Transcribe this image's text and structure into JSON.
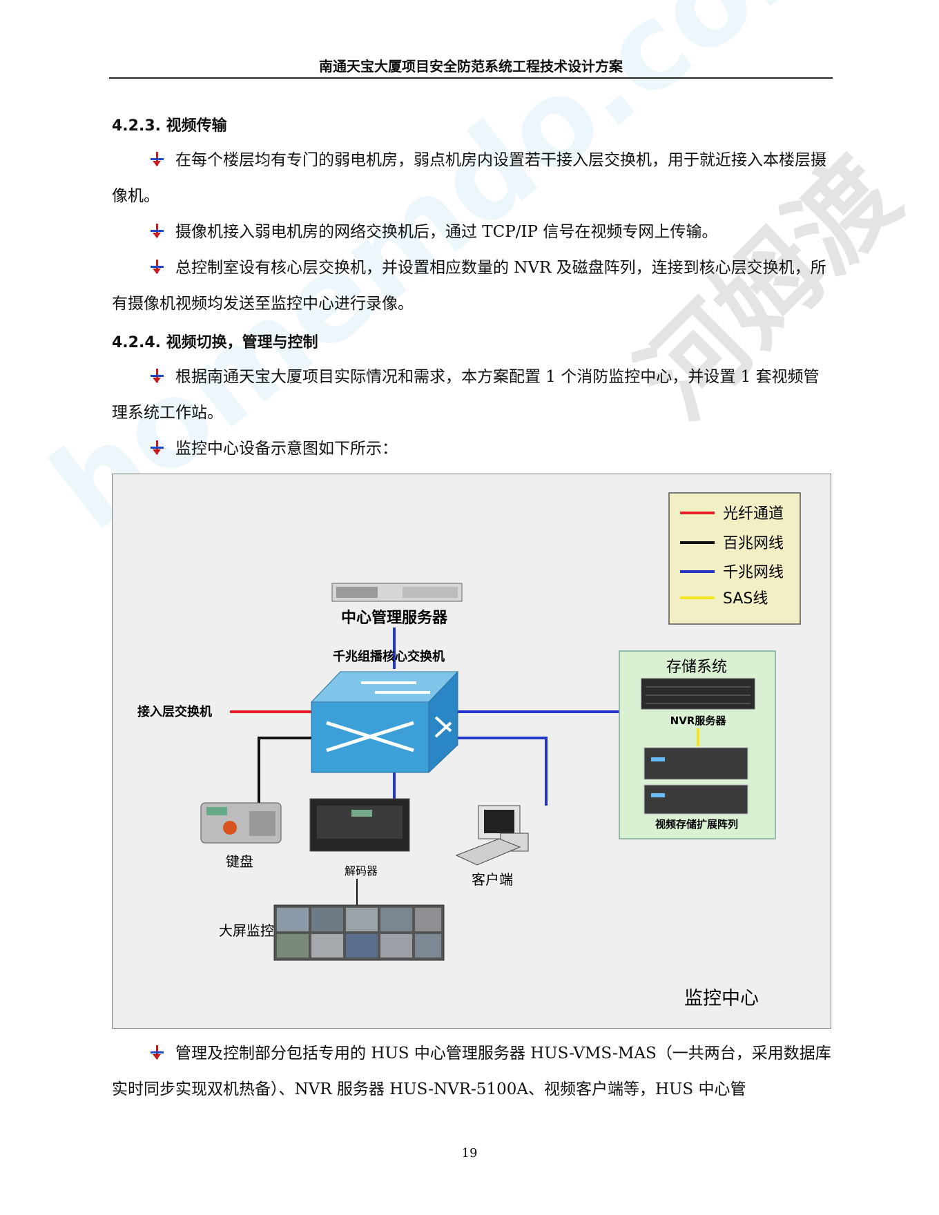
{
  "header": {
    "title": "南通天宝大厦项目安全防范系统工程技术设计方案"
  },
  "section_423": {
    "heading": "4.2.3.  视频传输",
    "items": [
      "在每个楼层均有专门的弱电机房，弱点机房内设置若干接入层交换机，用于就近接入本楼层摄像机。",
      "摄像机接入弱电机房的网络交换机后，通过 TCP/IP 信号在视频专网上传输。",
      "总控制室设有核心层交换机，并设置相应数量的 NVR 及磁盘阵列，连接到核心层交换机，所有摄像机视频均发送至监控中心进行录像。"
    ]
  },
  "section_424": {
    "heading": "4.2.4.  视频切换，管理与控制",
    "items": [
      "根据南通天宝大厦项目实际情况和需求，本方案配置 1 个消防监控中心，并设置 1 套视频管理系统工作站。",
      "监控中心设备示意图如下所示："
    ]
  },
  "diagram": {
    "legend": [
      {
        "label": "光纤通道",
        "color": "#e8202a"
      },
      {
        "label": "百兆网线",
        "color": "#111111"
      },
      {
        "label": "千兆网线",
        "color": "#2436c8"
      },
      {
        "label": "SAS线",
        "color": "#f2e61e"
      }
    ],
    "nodes": {
      "server": "中心管理服务器",
      "core_switch": "千兆组播核心交换机",
      "access_switch": "接入层交换机",
      "storage_title": "存储系统",
      "nvr": "NVR服务器",
      "array": "视频存储扩展阵列",
      "keyboard": "键盘",
      "decoder": "解码器",
      "client": "客户端",
      "video_wall": "大屏监控"
    },
    "center_label": "监控中心"
  },
  "after_figure": {
    "text": "管理及控制部分包括专用的 HUS 中心管理服务器 HUS-VMS-MAS（一共两台，采用数据库实时同步实现双机热备）、NVR 服务器 HUS-NVR-5100A、视频客户端等，HUS 中心管"
  },
  "page_number": "19",
  "watermarks": [
    "河姆渡",
    "homemdo.com"
  ]
}
